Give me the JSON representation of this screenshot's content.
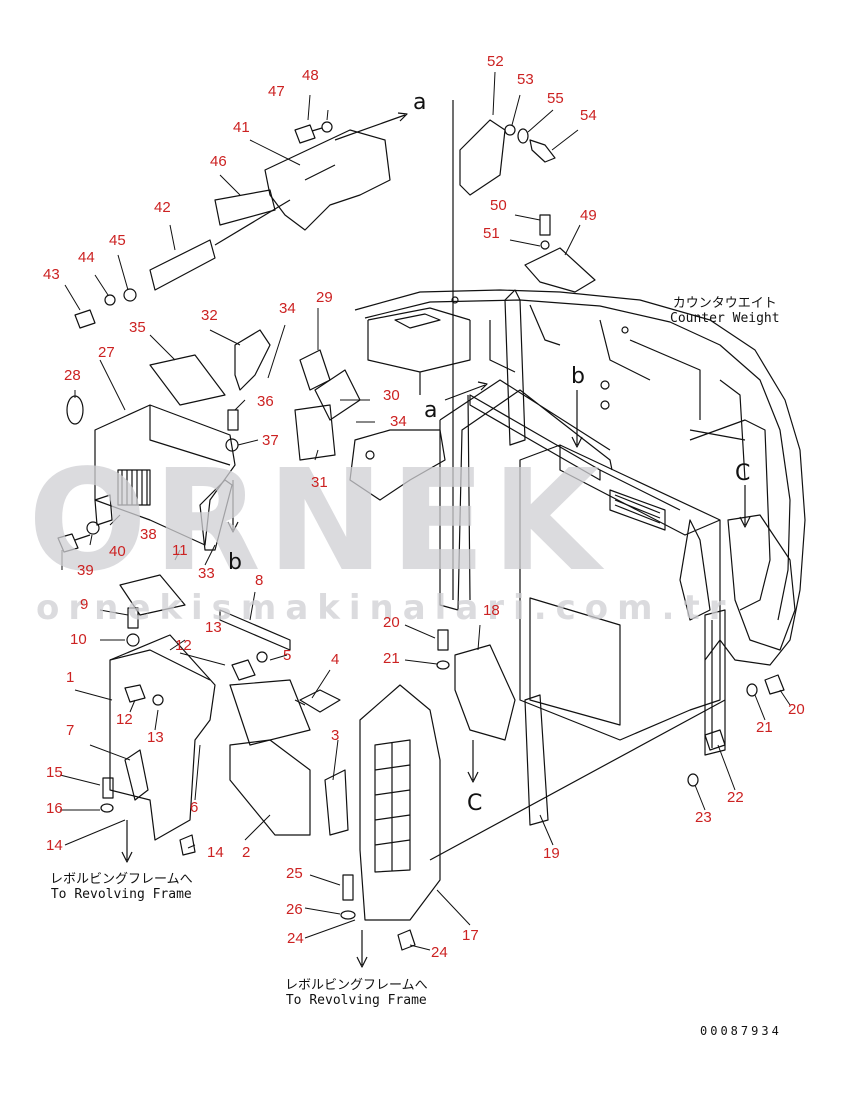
{
  "watermark": {
    "big": "ORNEK",
    "small": "ornekismakinalari.com.tr"
  },
  "callouts": [
    {
      "id": "c1",
      "text": "1"
    },
    {
      "id": "c2",
      "text": "2"
    },
    {
      "id": "c3",
      "text": "3"
    },
    {
      "id": "c4",
      "text": "4"
    },
    {
      "id": "c5",
      "text": "5"
    },
    {
      "id": "c6",
      "text": "6"
    },
    {
      "id": "c7",
      "text": "7"
    },
    {
      "id": "c8",
      "text": "8"
    },
    {
      "id": "c9",
      "text": "9"
    },
    {
      "id": "c10",
      "text": "10"
    },
    {
      "id": "c11",
      "text": "11"
    },
    {
      "id": "c12a",
      "text": "12"
    },
    {
      "id": "c12b",
      "text": "12"
    },
    {
      "id": "c13a",
      "text": "13"
    },
    {
      "id": "c13b",
      "text": "13"
    },
    {
      "id": "c14a",
      "text": "14"
    },
    {
      "id": "c14b",
      "text": "14"
    },
    {
      "id": "c15",
      "text": "15"
    },
    {
      "id": "c16",
      "text": "16"
    },
    {
      "id": "c17",
      "text": "17"
    },
    {
      "id": "c18",
      "text": "18"
    },
    {
      "id": "c19",
      "text": "19"
    },
    {
      "id": "c20a",
      "text": "20"
    },
    {
      "id": "c20b",
      "text": "20"
    },
    {
      "id": "c21a",
      "text": "21"
    },
    {
      "id": "c21b",
      "text": "21"
    },
    {
      "id": "c22",
      "text": "22"
    },
    {
      "id": "c23",
      "text": "23"
    },
    {
      "id": "c24a",
      "text": "24"
    },
    {
      "id": "c24b",
      "text": "24"
    },
    {
      "id": "c25",
      "text": "25"
    },
    {
      "id": "c26",
      "text": "26"
    },
    {
      "id": "c27",
      "text": "27"
    },
    {
      "id": "c28",
      "text": "28"
    },
    {
      "id": "c29",
      "text": "29"
    },
    {
      "id": "c30",
      "text": "30"
    },
    {
      "id": "c31",
      "text": "31"
    },
    {
      "id": "c32",
      "text": "32"
    },
    {
      "id": "c33",
      "text": "33"
    },
    {
      "id": "c34a",
      "text": "34"
    },
    {
      "id": "c34b",
      "text": "34"
    },
    {
      "id": "c35",
      "text": "35"
    },
    {
      "id": "c36",
      "text": "36"
    },
    {
      "id": "c37",
      "text": "37"
    },
    {
      "id": "c38",
      "text": "38"
    },
    {
      "id": "c39",
      "text": "39"
    },
    {
      "id": "c40",
      "text": "40"
    },
    {
      "id": "c41",
      "text": "41"
    },
    {
      "id": "c42",
      "text": "42"
    },
    {
      "id": "c43",
      "text": "43"
    },
    {
      "id": "c44",
      "text": "44"
    },
    {
      "id": "c45",
      "text": "45"
    },
    {
      "id": "c46",
      "text": "46"
    },
    {
      "id": "c47",
      "text": "47"
    },
    {
      "id": "c48",
      "text": "48"
    },
    {
      "id": "c49",
      "text": "49"
    },
    {
      "id": "c50",
      "text": "50"
    },
    {
      "id": "c51",
      "text": "51"
    },
    {
      "id": "c52",
      "text": "52"
    },
    {
      "id": "c53",
      "text": "53"
    },
    {
      "id": "c54",
      "text": "54"
    },
    {
      "id": "c55",
      "text": "55"
    }
  ],
  "letters": [
    {
      "id": "a1",
      "text": "a"
    },
    {
      "id": "a2",
      "text": "a"
    },
    {
      "id": "b1",
      "text": "b"
    },
    {
      "id": "b2",
      "text": "b"
    },
    {
      "id": "C1",
      "text": "C"
    },
    {
      "id": "C2",
      "text": "C"
    }
  ],
  "annotations": {
    "counter_weight": {
      "jp": "カウンタウエイト",
      "en": "Counter Weight"
    },
    "revolving_left": {
      "jp": "レボルビングフレームへ",
      "en": "To Revolving Frame"
    },
    "revolving_right": {
      "jp": "レボルビングフレームへ",
      "en": "To Revolving Frame"
    }
  },
  "drawing_code": "00087934",
  "colors": {
    "callout": "#cc2222",
    "line": "#111111",
    "watermark": "#d0d0d4"
  }
}
